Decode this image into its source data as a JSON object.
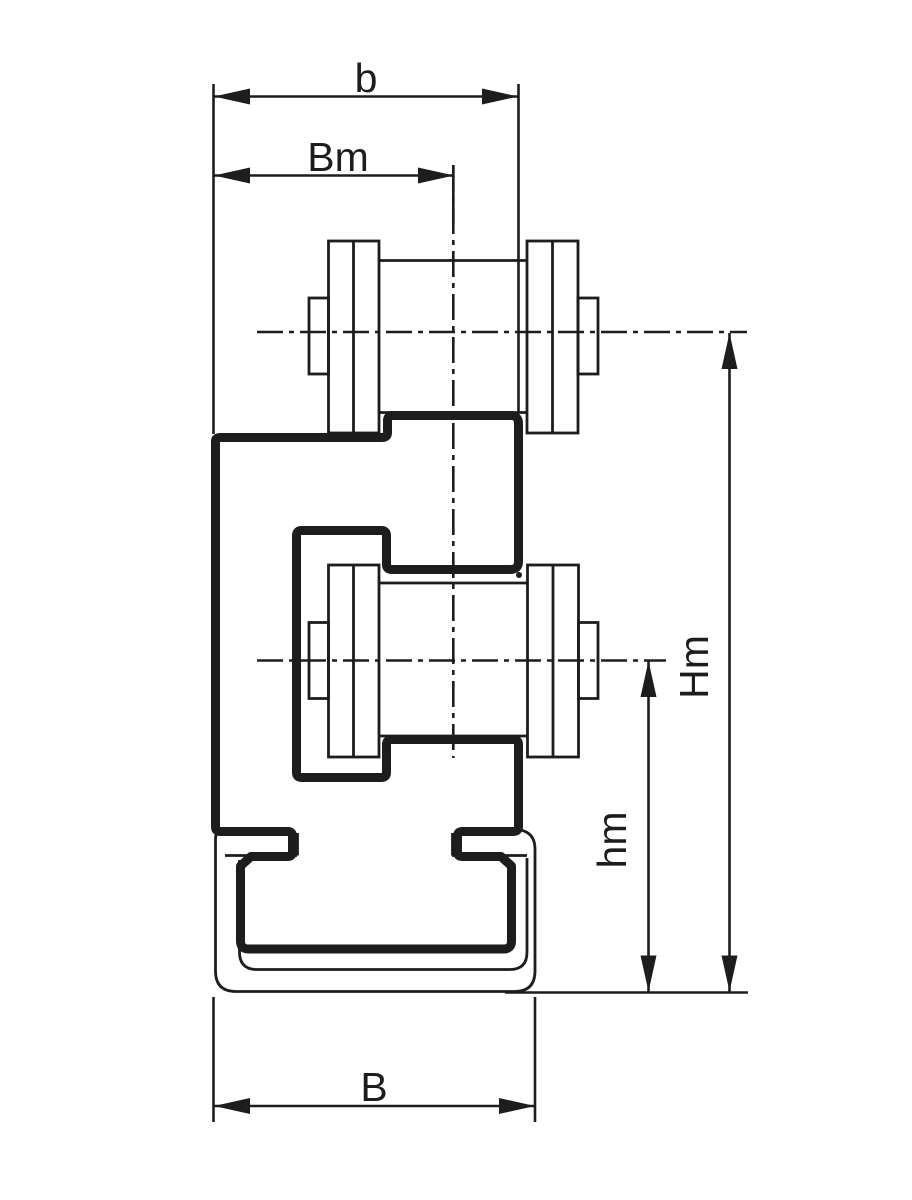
{
  "drawing": {
    "description": "Cross-section: roller chain guided in C-profile rail",
    "colors": {
      "line": "#1d1d1b",
      "background": "#ffffff"
    },
    "dimension_labels": {
      "b": "b",
      "Bm": "Bm",
      "B": "B",
      "Hm": "Hm",
      "hm": "hm"
    }
  }
}
